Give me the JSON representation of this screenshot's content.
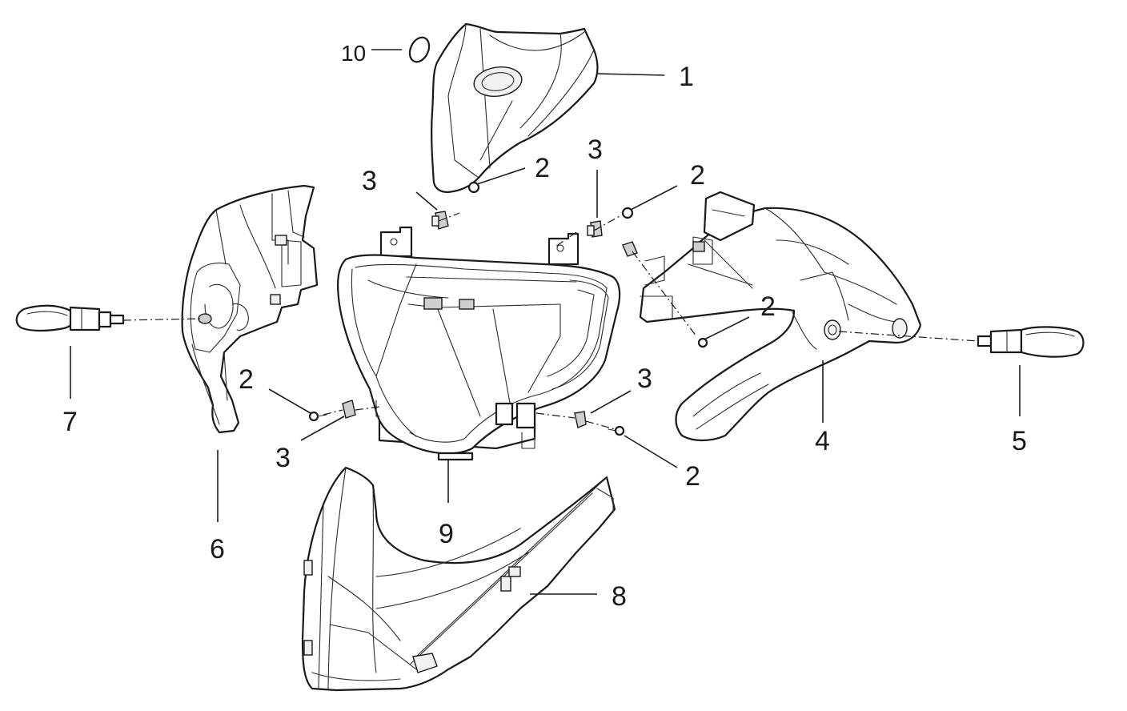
{
  "diagram": {
    "callouts": {
      "c1": "1",
      "c2a": "2",
      "c2b": "2",
      "c2c": "2",
      "c2d": "2",
      "c2e": "2",
      "c3a": "3",
      "c3b": "3",
      "c3c": "3",
      "c3d": "3",
      "c4": "4",
      "c5": "5",
      "c6": "6",
      "c7": "7",
      "c8": "8",
      "c9": "9",
      "c10": "10"
    }
  }
}
